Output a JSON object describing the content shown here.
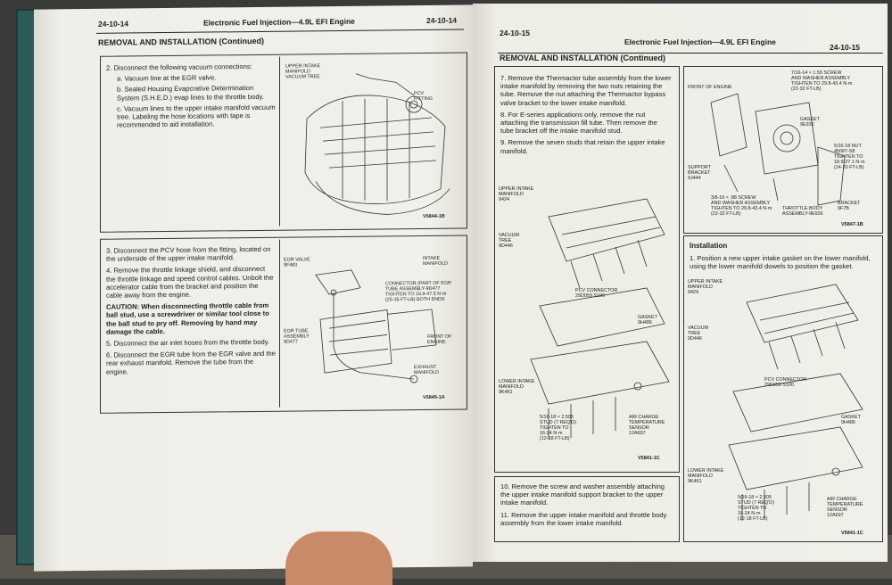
{
  "left_page": {
    "page_num_left": "24-10-14",
    "title": "Electronic Fuel Injection—4.9L EFI Engine",
    "page_num_right": "24-10-14",
    "section": "REMOVAL AND INSTALLATION (Continued)",
    "step2": {
      "intro": "2.  Disconnect the following vacuum connections:",
      "a": "a.  Vacuum line at the EGR valve.",
      "b": "b.  Sealed Housing Evapcrative Determination System (S.H.E.D.) evap lines to the throttle body.",
      "c": "c.  Vacuum lines to the upper intake manifold vacuum tree. Labeling the hose locations with tape is recommended to aid installation."
    },
    "fig1": {
      "label_tree": "UPPER INTAKE\nMANIFOLD\nVACUUM TREE",
      "label_pcv": "PCV\nFITTING",
      "code": "V5844-1B"
    },
    "steps_3_6": {
      "s3": "3.  Disconnect the PCV hose from the fitting, located on the underside of the upper intake manifold.",
      "s4": "4.  Remove the throttle linkage shield, and disconnect the throttle linkage and speed control cables. Unbolt the accelerator cable from the bracket and position the cable away from the engine.",
      "caution": "CAUTION: When disconnecting throttle cable from ball stud, use a screwdriver or similar tool close to the ball stud to pry off. Removing by hand may damage the cable.",
      "s5": "5.  Disconnect the air inlet hoses from the throttle body.",
      "s6": "6.  Disconnect the EGR tube from the EGR valve and the rear exhaust manifold. Remove the tube from the engine."
    },
    "fig2": {
      "egr_valve": "EGR VALVE\n9F483",
      "intake": "INTAKE\nMANIFOLD",
      "connector": "CONNECTOR (PART OF EGR\nTUBE ASSEMBLY-9D477\nTIGHTEN TO 33.9-47.5 N·m\n(25-35 FT-LB) BOTH ENDS",
      "egr_tube": "EGR TUBE\nASSEMBLY\n9D477",
      "front": "FRONT OF\nENGINE",
      "exhaust": "EXHAUST\nMANIFOLD",
      "code": "V5845-1A"
    }
  },
  "right_page": {
    "page_num_left": "24-10-15",
    "title": "Electronic Fuel Injection—4.9L EFI Engine",
    "page_num_right": "24-10-15",
    "section": "REMOVAL AND INSTALLATION (Continued)",
    "steps_7_9": {
      "s7": "7.  Remove the Thermactor tube assembly from the lower intake manifold by removing the two nuts retaining the tube. Remove the nut attaching the Thermactor bypass valve bracket to the lower intake manifold.",
      "s8": "8.  For E-series applications only, remove the nut attaching the transmission fill tube. Then remove the tube bracket off the intake manifold stud.",
      "s9": "9.  Remove the seven studs that retain the upper intake manifold."
    },
    "fig3": {
      "upper": "UPPER INTAKE\nMANIFOLD\n9424",
      "vacuum": "VACUUM\nTREE\n9D446",
      "pcv": "PCV CONNECTOR\n29D059 S100",
      "gasket": "GASKET\n9H486",
      "lower": "LOWER INTAKE\nMANIFOLD\n9K461",
      "stud": "5/16-18 × 2.505\nSTUD (7 REQ'D)\nTIGHTEN TO\n16-24 N·m\n(12-18 FT-LB)",
      "sensor": "AIR CHARGE\nTEMPERATURE\nSENSOR\n12A697",
      "code": "V5841-1C"
    },
    "fig4": {
      "front": "FRONT OF ENGINE",
      "screw": "7/16-14 × 1.50 SCREW\nAND WASHER ASSEMBLY\nTIGHTEN TO 29.8-43.4 N·m\n(22-32 FT-LB)",
      "gasket": "GASKET\n9E936",
      "nut": "5/16-18 NUT\n45087-S8\nTIGHTEN TO\n18.9-27.1 N·m\n(14-20 FT-LB)",
      "support": "SUPPORT\nBRACKET\n9J444",
      "bolt": "3/8-16 × .88 SCREW\nAND WASHER ASSEMBLY\nTIGHTEN TO 29.8-43.4 N·m\n(22-32 FT-LB)",
      "throttle": "THROTTLE BODY\nASSEMBLY-9E926",
      "bracket": "BRACKET\n9F7B",
      "code": "V5847-1B"
    },
    "installation": {
      "heading": "Installation",
      "s1": "1.  Position a new upper intake gasket on the lower manifold, using the lower manifold dowels to position the gasket."
    },
    "fig5": {
      "upper": "UPPER INTAKE\nMANIFOLD\n9424",
      "vacuum": "VACUUM\nTREE\n9D446",
      "pcv": "PCV CONNECTOR\n29D059 S100",
      "gasket": "GASKET\n9H486",
      "lower": "LOWER INTAKE\nMANIFOLD\n9K461",
      "stud": "5/16-18 × 2.505\nSTUD (7 REQ'D)\nTIGHTEN TO\n16-24 N·m\n(12-18 FT-LB)",
      "sensor": "AIR CHARGE\nTEMPERATURE\nSENSOR\n12A697",
      "code": "V5841-1C"
    },
    "steps_10_11": {
      "s10": "10.  Remove the screw and washer assembly attaching the upper intake manifold support bracket to the upper intake manifold.",
      "s11": "11.  Remove the upper intake manifold and throttle body assembly from the lower intake manifold."
    }
  }
}
